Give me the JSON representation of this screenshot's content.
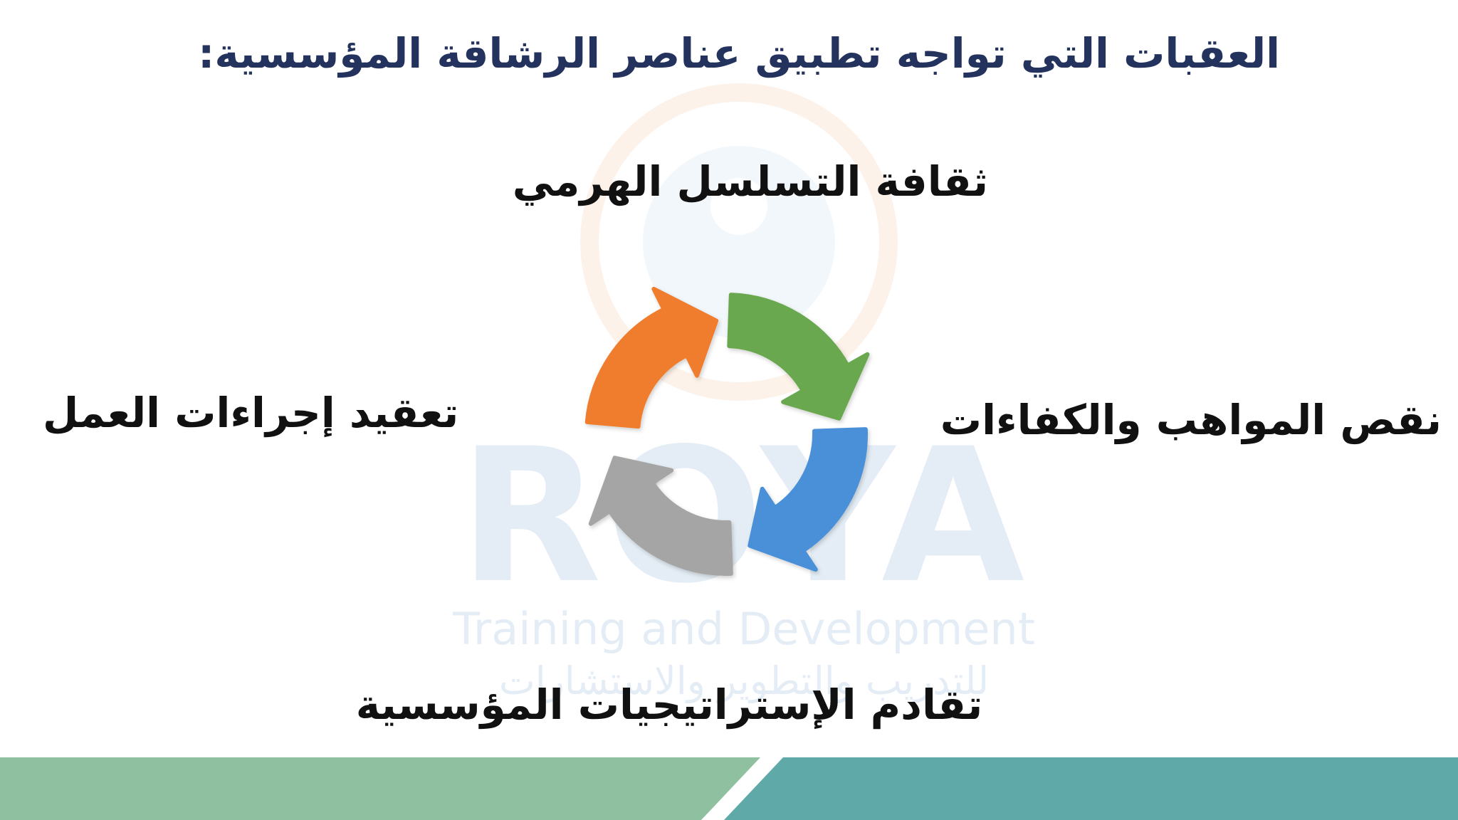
{
  "title": "العقبات التي تواجه تطبيق عناصر الرشاقة المؤسسية:",
  "watermark": {
    "brand": "ROYA",
    "tagline": "Training and Development",
    "arabic": "للتدريب والتطوير والاستشارات"
  },
  "cycle": {
    "items": [
      {
        "label": "ثقافة التسلسل الهرمي",
        "color": "#f07c2e"
      },
      {
        "label": "نقص المواهب والكفاءات",
        "color": "#6aa84f"
      },
      {
        "label": "تقادم الإستراتيجيات المؤسسية",
        "color": "#4a90d9"
      },
      {
        "label": "تعقيد إجراءات العمل",
        "color": "#a5a5a5"
      }
    ]
  },
  "colors": {
    "title": "#24335e",
    "footer_left": "#8fc0a0",
    "footer_right": "#5fa9a9"
  }
}
